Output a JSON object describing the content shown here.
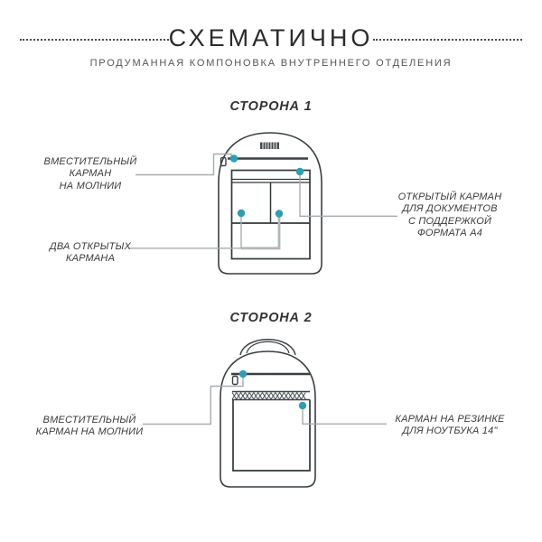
{
  "header": {
    "title": "СХЕМАТИЧНО",
    "subtitle": "ПРОДУМАННАЯ КОМПОНОВКА ВНУТРЕННЕГО ОТДЕЛЕНИЯ"
  },
  "side1": {
    "title": "СТОРОНА 1",
    "labels": {
      "zip_pocket": {
        "lines": [
          "ВМЕСТИТЕЛЬНЫЙ",
          "КАРМАН",
          "НА МОЛНИИ"
        ]
      },
      "two_open_pockets": {
        "lines": [
          "ДВА ОТКРЫТЫХ",
          "КАРМАНА"
        ]
      },
      "document_pocket": {
        "lines": [
          "ОТКРЫТЫЙ КАРМАН",
          "ДЛЯ ДОКУМЕНТОВ",
          "С ПОДДЕРЖКОЙ",
          "ФОРМАТА А4"
        ]
      }
    }
  },
  "side2": {
    "title": "СТОРОНА 2",
    "labels": {
      "zip_pocket": {
        "lines": [
          "ВМЕСТИТЕЛЬНЫЙ",
          "КАРМАН НА МОЛНИИ"
        ]
      },
      "laptop_pocket": {
        "lines": [
          "КАРМАН НА РЕЗИНКЕ",
          "ДЛЯ НОУТБУКА 14\""
        ]
      }
    }
  },
  "colors": {
    "background": "#ffffff",
    "outline": "#3a3f42",
    "callout_line": "#a8acae",
    "marker_dot": "#2aa0b2",
    "title_text": "#2b2b2b",
    "subtitle_text": "#555555",
    "label_text": "#3a3a3a"
  },
  "icons": {
    "marker": "teal-dot-marker",
    "zipper": "zipper-pull-icon",
    "handle": "striped-handle-grip"
  }
}
